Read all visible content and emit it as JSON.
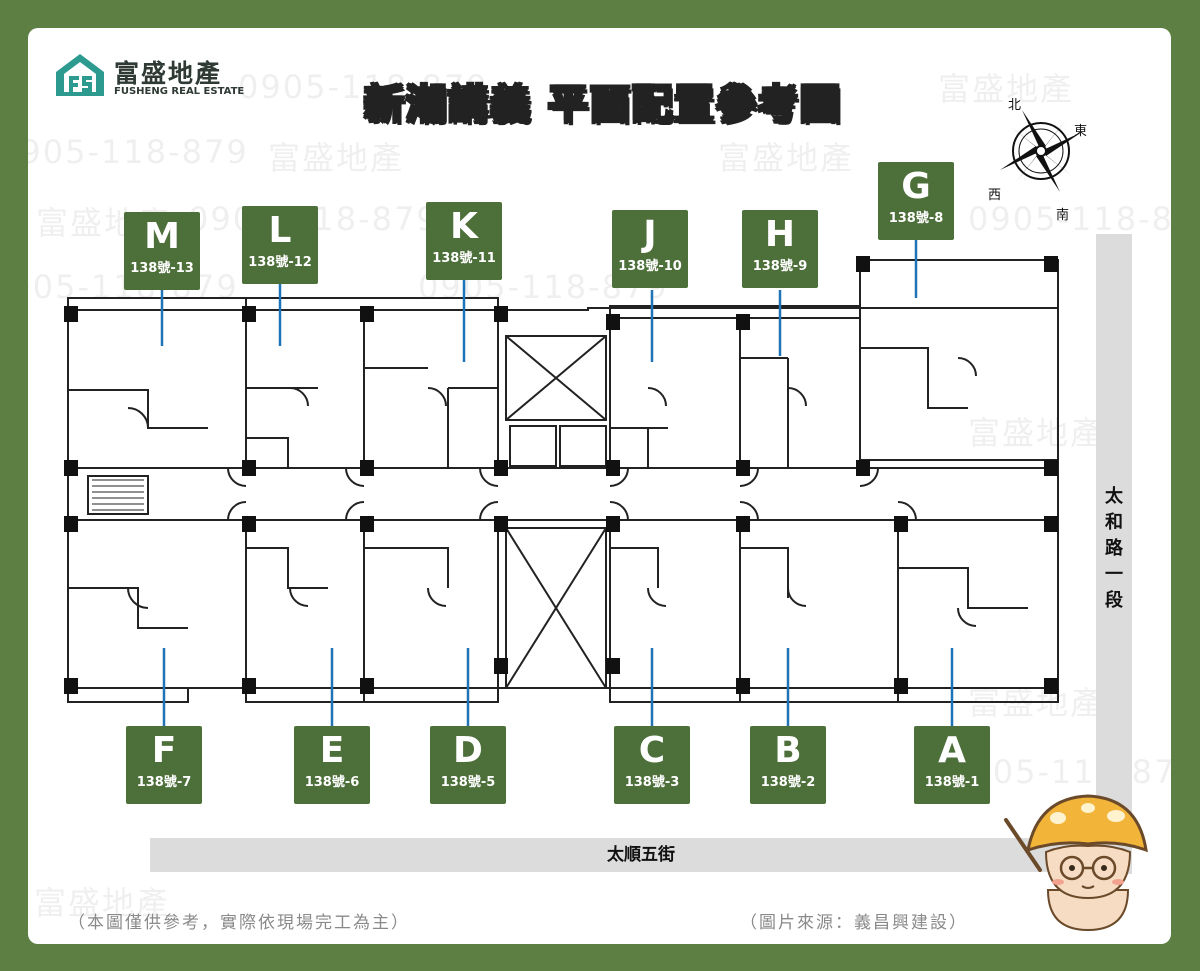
{
  "header": {
    "logo_name": "富盛地產",
    "logo_en": "FUSHENG REAL ESTATE",
    "title": "新潮講義  平面配置參考圖"
  },
  "compass": {
    "north": "北",
    "east": "東",
    "west": "西",
    "south": "南"
  },
  "watermarks": [
    "富盛地產",
    "0905-118-879"
  ],
  "units_top": [
    {
      "letter": "M",
      "address": "138號-13"
    },
    {
      "letter": "L",
      "address": "138號-12"
    },
    {
      "letter": "K",
      "address": "138號-11"
    },
    {
      "letter": "J",
      "address": "138號-10"
    },
    {
      "letter": "H",
      "address": "138號-9"
    },
    {
      "letter": "G",
      "address": "138號-8"
    }
  ],
  "units_bottom": [
    {
      "letter": "F",
      "address": "138號-7"
    },
    {
      "letter": "E",
      "address": "138號-6"
    },
    {
      "letter": "D",
      "address": "138號-5"
    },
    {
      "letter": "C",
      "address": "138號-3"
    },
    {
      "letter": "B",
      "address": "138號-2"
    },
    {
      "letter": "A",
      "address": "138號-1"
    }
  ],
  "roads": {
    "east_road": "太和路一段",
    "south_road": "太順五街"
  },
  "footer": {
    "disclaimer": "（本圖僅供參考，實際依現場完工為主）",
    "source": "（圖片來源：義昌興建設）"
  },
  "colors": {
    "frame_green": "#5e7f43",
    "label_green": "#4d6f39",
    "leader_blue": "#1f73b7",
    "road_gray": "#dcdcdc"
  }
}
